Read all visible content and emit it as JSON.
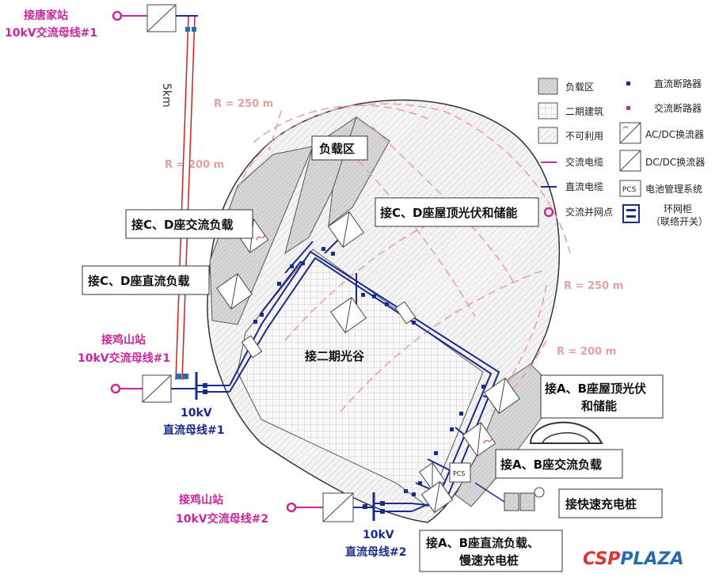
{
  "stations": {
    "tangjia_l1": "接唐家站",
    "tangjia_l2": "10kV交流母线#1",
    "jishan1_l1": "接鸡山站",
    "jishan1_l2": "10kV交流母线#1",
    "jishan2_l1": "接鸡山站",
    "jishan2_l2": "10kV交流母线#2"
  },
  "dc_bus": {
    "bus1_l1": "10kV",
    "bus1_l2": "直流母线#1",
    "bus2_l1": "10kV",
    "bus2_l2": "直流母线#2"
  },
  "distance": "5km",
  "radii": {
    "r250_top": "R = 250 m",
    "r200_left": "R = 200 m",
    "r250_right": "R = 250 m",
    "r200_right": "R = 200 m"
  },
  "areas": {
    "load_zone": "负载区",
    "valley": "接二期光谷"
  },
  "callouts": {
    "cd_ac_load": "接C、D座交流负载",
    "cd_dc_load": "接C、D座直流负载",
    "cd_pv_storage": "接C、D座屋顶光伏和储能",
    "ab_pv_storage_l1": "接A、B座屋顶光伏",
    "ab_pv_storage_l2": "和储能",
    "ab_ac_load": "接A、B座交流负载",
    "fast_charge": "接快速充电桩",
    "ab_dc_load_l1": "接A、B座直流负载、",
    "ab_dc_load_l2": "慢速充电桩"
  },
  "pcs_label": "PCS",
  "legend": {
    "load_zone": "负载区",
    "phase2": "二期建筑",
    "unusable": "不可利用",
    "ac_cable": "交流电缆",
    "dc_cable": "直流电缆",
    "ac_grid_point": "交流并网点",
    "dc_breaker": "直流断路器",
    "ac_breaker": "交流断路器",
    "acdc": "AC/DC换流器",
    "dcdc": "DC/DC换流器",
    "bms": "电池管理系统",
    "pcs_icon": "PCS",
    "ring_main_l1": "环网柜",
    "ring_main_l2": "（联络开关）"
  },
  "watermark": "CSPPLAZA",
  "colors": {
    "magenta": "#c8289a",
    "blue": "#1a2c8a",
    "dash": "#e6a0a0",
    "red": "#d02020"
  }
}
